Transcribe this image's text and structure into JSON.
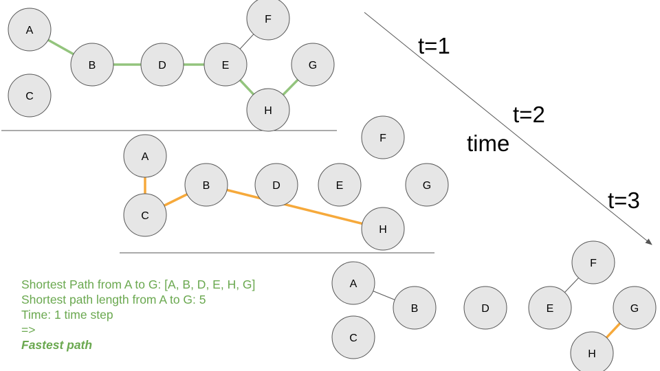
{
  "colors": {
    "node_fill": "#e6e6e6",
    "node_stroke": "#555555",
    "edge_plain": "#555555",
    "edge_green": "#93c47d",
    "edge_orange": "#f6a93b",
    "text_green": "#6aa84f",
    "divider": "#555555"
  },
  "time_axis": {
    "label": "time",
    "steps": [
      "t=1",
      "t=2",
      "t=3"
    ]
  },
  "snapshots": [
    {
      "id": "t1",
      "nodes": [
        "A",
        "B",
        "C",
        "D",
        "E",
        "F",
        "G",
        "H"
      ],
      "edges": [
        {
          "from": "A",
          "to": "B",
          "style": "green"
        },
        {
          "from": "B",
          "to": "D",
          "style": "green"
        },
        {
          "from": "D",
          "to": "E",
          "style": "green"
        },
        {
          "from": "E",
          "to": "F",
          "style": "plain"
        },
        {
          "from": "E",
          "to": "H",
          "style": "green"
        },
        {
          "from": "H",
          "to": "G",
          "style": "green"
        }
      ]
    },
    {
      "id": "t2",
      "nodes": [
        "A",
        "C",
        "B",
        "D",
        "E",
        "F",
        "G",
        "H"
      ],
      "edges": [
        {
          "from": "A",
          "to": "C",
          "style": "orange"
        },
        {
          "from": "C",
          "to": "B",
          "style": "orange"
        },
        {
          "from": "B",
          "to": "H",
          "style": "orange"
        }
      ]
    },
    {
      "id": "t3",
      "nodes": [
        "A",
        "B",
        "C",
        "D",
        "E",
        "F",
        "G",
        "H"
      ],
      "edges": [
        {
          "from": "A",
          "to": "B",
          "style": "plain"
        },
        {
          "from": "E",
          "to": "F",
          "style": "plain"
        },
        {
          "from": "G",
          "to": "H",
          "style": "orange"
        }
      ]
    }
  ],
  "info": {
    "line1": "Shortest Path from A to G: [A, B, D, E, H, G]",
    "line2": "Shortest path length from A to G: 5",
    "line3": "Time: 1 time step",
    "line4": "=>",
    "line5": "Fastest path"
  }
}
